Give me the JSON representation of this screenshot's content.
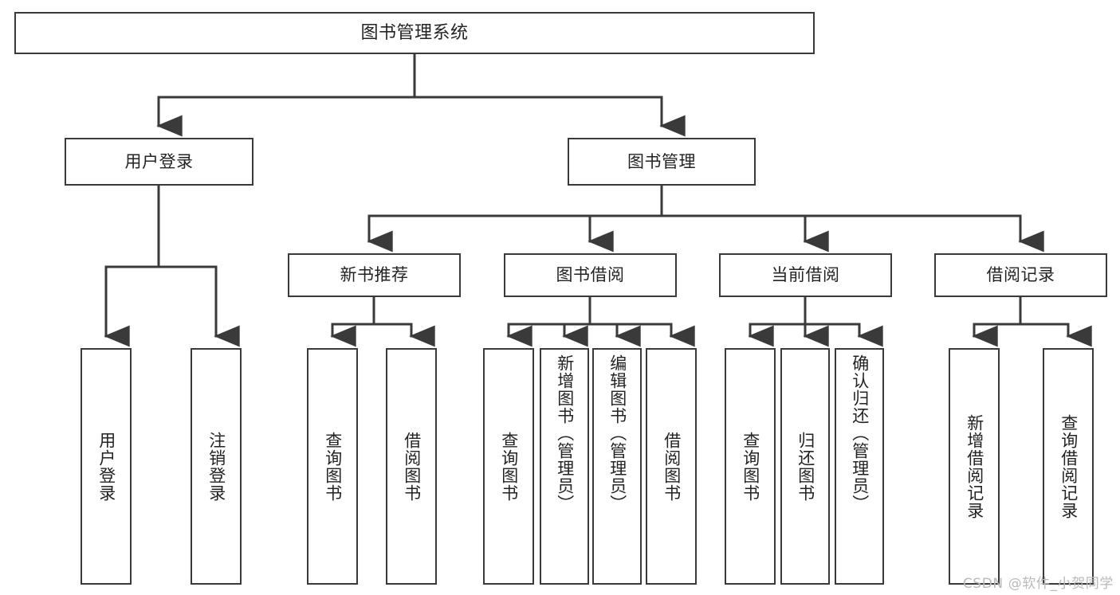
{
  "diagram": {
    "title": "图书管理系统",
    "type": "tree",
    "root": {
      "id": "root",
      "label": "图书管理系统"
    },
    "level2": [
      {
        "id": "user-login",
        "label": "用户登录"
      },
      {
        "id": "book-manage",
        "label": "图书管理"
      }
    ],
    "level3": [
      {
        "id": "new-book-recommend",
        "label": "新书推荐",
        "parent": "book-manage"
      },
      {
        "id": "book-borrow",
        "label": "图书借阅",
        "parent": "book-manage"
      },
      {
        "id": "current-borrow",
        "label": "当前借阅",
        "parent": "book-manage"
      },
      {
        "id": "borrow-record",
        "label": "借阅记录",
        "parent": "book-manage"
      }
    ],
    "leaves": [
      {
        "id": "leaf-user-login",
        "label": "用户登录",
        "parent": "user-login"
      },
      {
        "id": "leaf-user-logout",
        "label": "注销登录",
        "parent": "user-login"
      },
      {
        "id": "leaf-query-book-1",
        "label": "查询图书",
        "parent": "new-book-recommend"
      },
      {
        "id": "leaf-borrow-book-1",
        "label": "借阅图书",
        "parent": "new-book-recommend"
      },
      {
        "id": "leaf-query-book-2",
        "label": "查询图书",
        "parent": "book-borrow"
      },
      {
        "id": "leaf-add-book",
        "label": "新增图书（管理员）",
        "parent": "book-borrow"
      },
      {
        "id": "leaf-edit-book",
        "label": "编辑图书（管理员）",
        "parent": "book-borrow"
      },
      {
        "id": "leaf-borrow-book-2",
        "label": "借阅图书",
        "parent": "book-borrow"
      },
      {
        "id": "leaf-query-book-3",
        "label": "查询图书",
        "parent": "current-borrow"
      },
      {
        "id": "leaf-return-book",
        "label": "归还图书",
        "parent": "current-borrow"
      },
      {
        "id": "leaf-confirm-return",
        "label": "确认归还（管理员）",
        "parent": "current-borrow"
      },
      {
        "id": "leaf-add-record",
        "label": "新增借阅记录",
        "parent": "borrow-record"
      },
      {
        "id": "leaf-query-record",
        "label": "查询借阅记录",
        "parent": "borrow-record"
      }
    ]
  },
  "watermark": {
    "text": "CSDN @软件_小贺同学"
  },
  "colors": {
    "stroke": "#3a3a3a",
    "background": "#ffffff",
    "text": "#232323",
    "watermark": "#b9b9b9"
  }
}
